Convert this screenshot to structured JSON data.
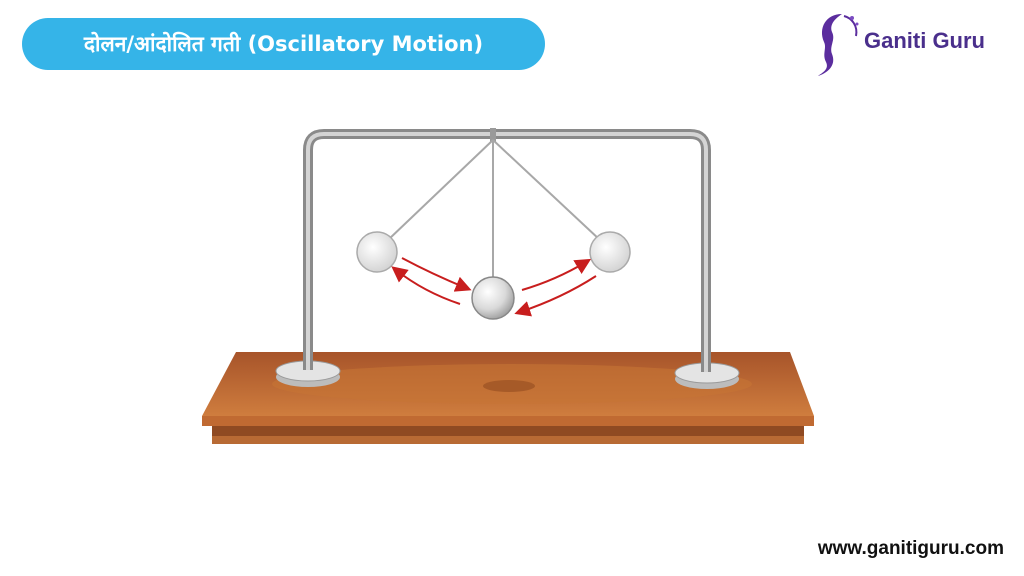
{
  "header": {
    "title": "दोलन/आंदोलित गती (Oscillatory Motion)",
    "title_bg_color": "#35b4e8"
  },
  "brand": {
    "name": "Ganiti Guru",
    "logo_icon": "silhouette-logo-icon",
    "brand_color": "#4a2f8c"
  },
  "footer": {
    "website": "www.ganitiguru.com"
  },
  "illustration": {
    "subject": "pendulum-stand",
    "arrow_color": "#c81e1e",
    "table_color": "#b4622b"
  }
}
